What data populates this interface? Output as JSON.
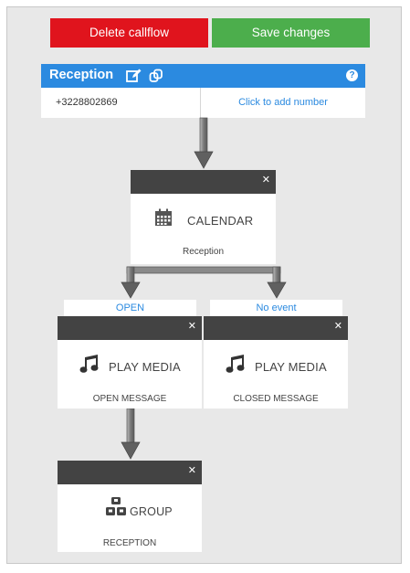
{
  "toolbar": {
    "delete_label": "Delete callflow",
    "save_label": "Save changes"
  },
  "callflow": {
    "name": "Reception",
    "number": "+3228802869",
    "add_number_label": "Click to add number"
  },
  "nodes": {
    "calendar": {
      "title": "CALENDAR",
      "subtitle": "Reception",
      "icon": "calendar-icon"
    },
    "media_open": {
      "title": "PLAY MEDIA",
      "subtitle": "OPEN MESSAGE",
      "icon": "music-note-icon"
    },
    "media_closed": {
      "title": "PLAY MEDIA",
      "subtitle": "CLOSED MESSAGE",
      "icon": "music-note-icon"
    },
    "group": {
      "title": "GROUP",
      "subtitle": "RECEPTION",
      "icon": "group-icon"
    }
  },
  "branches": {
    "open": "OPEN",
    "no_event": "No event"
  },
  "colors": {
    "delete": "#e0141d",
    "save": "#4cae4c",
    "header": "#2b8ae0",
    "node_bar": "#434343",
    "link": "#2b8ae0"
  }
}
